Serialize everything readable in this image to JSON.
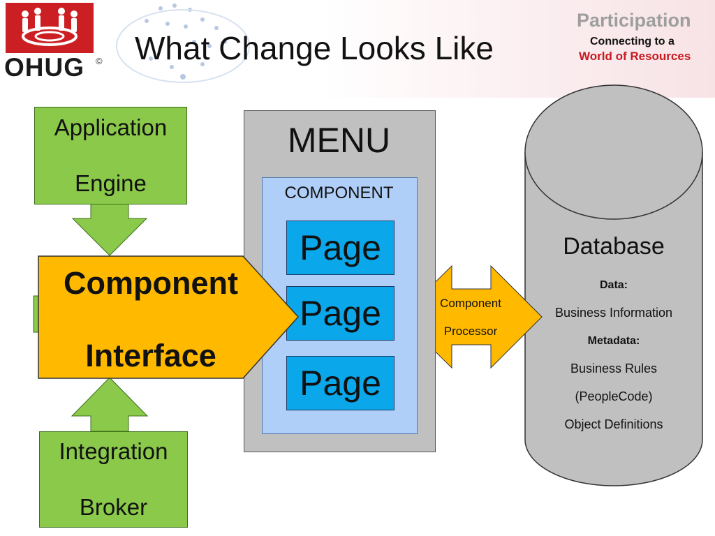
{
  "header": {
    "logo_text": "OHUG",
    "logo_copyright": "©",
    "title": "What Change Looks Like",
    "brand_line1": "Participation",
    "brand_line2": "Connecting to a",
    "brand_line3": "World of Resources"
  },
  "diagram": {
    "application_engine": [
      "Application",
      "Engine"
    ],
    "integration_broker": [
      "Integration",
      "Broker"
    ],
    "component_interface": [
      "Component",
      "Interface"
    ],
    "menu": "MENU",
    "component": "COMPONENT",
    "pages": [
      "Page",
      "Page",
      "Page"
    ],
    "component_processor": [
      "Component",
      "Processor"
    ],
    "database": {
      "title": "Database",
      "data_label": "Data:",
      "business_information": "Business Information",
      "metadata_label": "Metadata:",
      "business_rules": "Business Rules",
      "peoplecode": "(PeopleCode)",
      "object_definitions": "Object Definitions"
    }
  },
  "colors": {
    "green": "#8bc94a",
    "gold": "#ffba00",
    "menu_gray": "#c0c0c0",
    "component_blue": "#b0cff8",
    "page_blue": "#0aa8ea",
    "brand_red": "#cc1f24"
  }
}
